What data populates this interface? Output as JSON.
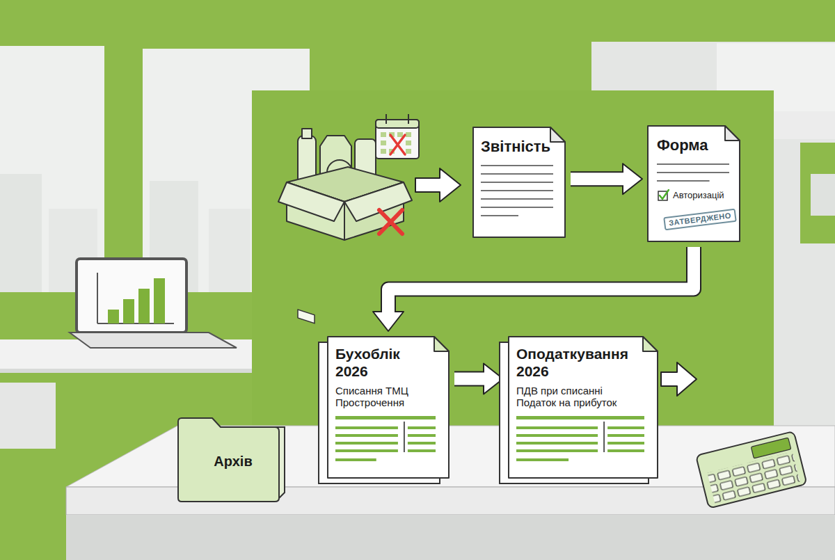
{
  "diagram": {
    "nodes": [
      {
        "text": [
          "Звітність"
        ]
      },
      {
        "text": [
          "Форма",
          "Авторизацій"
        ]
      },
      {
        "text": [
          "ЗАТВЕРДЖЕНО"
        ],
        "in": 1
      },
      {
        "text": [
          "Бухоблік 2026",
          "Списання ТМЦ Прострочення"
        ]
      },
      {
        "text": [
          "Оподаткування 2026",
          "ПДВ при списанні Податок на прибуток"
        ]
      },
      {
        "text": [
          "Архів"
        ]
      }
    ],
    "edges": [
      {
        "from": 0,
        "to": 1,
        "arrow": "to"
      },
      {
        "from": 1,
        "to": 3,
        "arrow": "to"
      },
      {
        "from": 3,
        "to": 4,
        "arrow": "to"
      }
    ]
  }
}
